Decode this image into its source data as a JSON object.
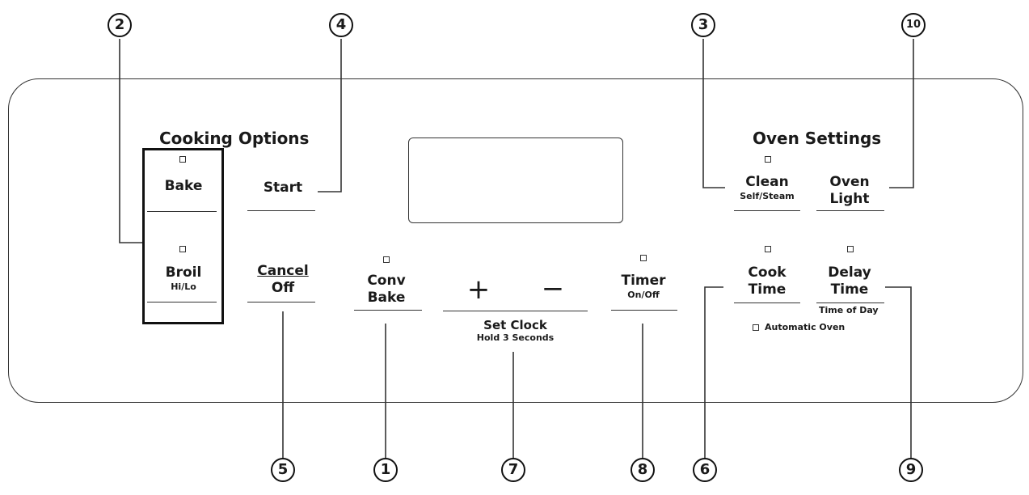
{
  "cooking_options": {
    "title": "Cooking Options",
    "bake": "Bake",
    "broil": "Broil",
    "broil_sub": "Hi/Lo",
    "start": "Start",
    "cancel": "Cancel",
    "off": "Off"
  },
  "center": {
    "conv_bake": "Conv\nBake",
    "plus": "+",
    "minus": "−",
    "set_clock": "Set Clock",
    "set_clock_sub": "Hold 3 Seconds",
    "timer": "Timer",
    "timer_sub": "On/Off"
  },
  "oven_settings": {
    "title": "Oven Settings",
    "clean": "Clean",
    "clean_sub": "Self/Steam",
    "oven_light": "Oven\nLight",
    "cook_time": "Cook\nTime",
    "delay_time": "Delay\nTime",
    "delay_sub": "Time of Day",
    "automatic_oven": "Automatic Oven"
  },
  "callouts": {
    "c1": "1",
    "c2": "2",
    "c3": "3",
    "c4": "4",
    "c5": "5",
    "c6": "6",
    "c7": "7",
    "c8": "8",
    "c9": "9",
    "c10": "10"
  }
}
